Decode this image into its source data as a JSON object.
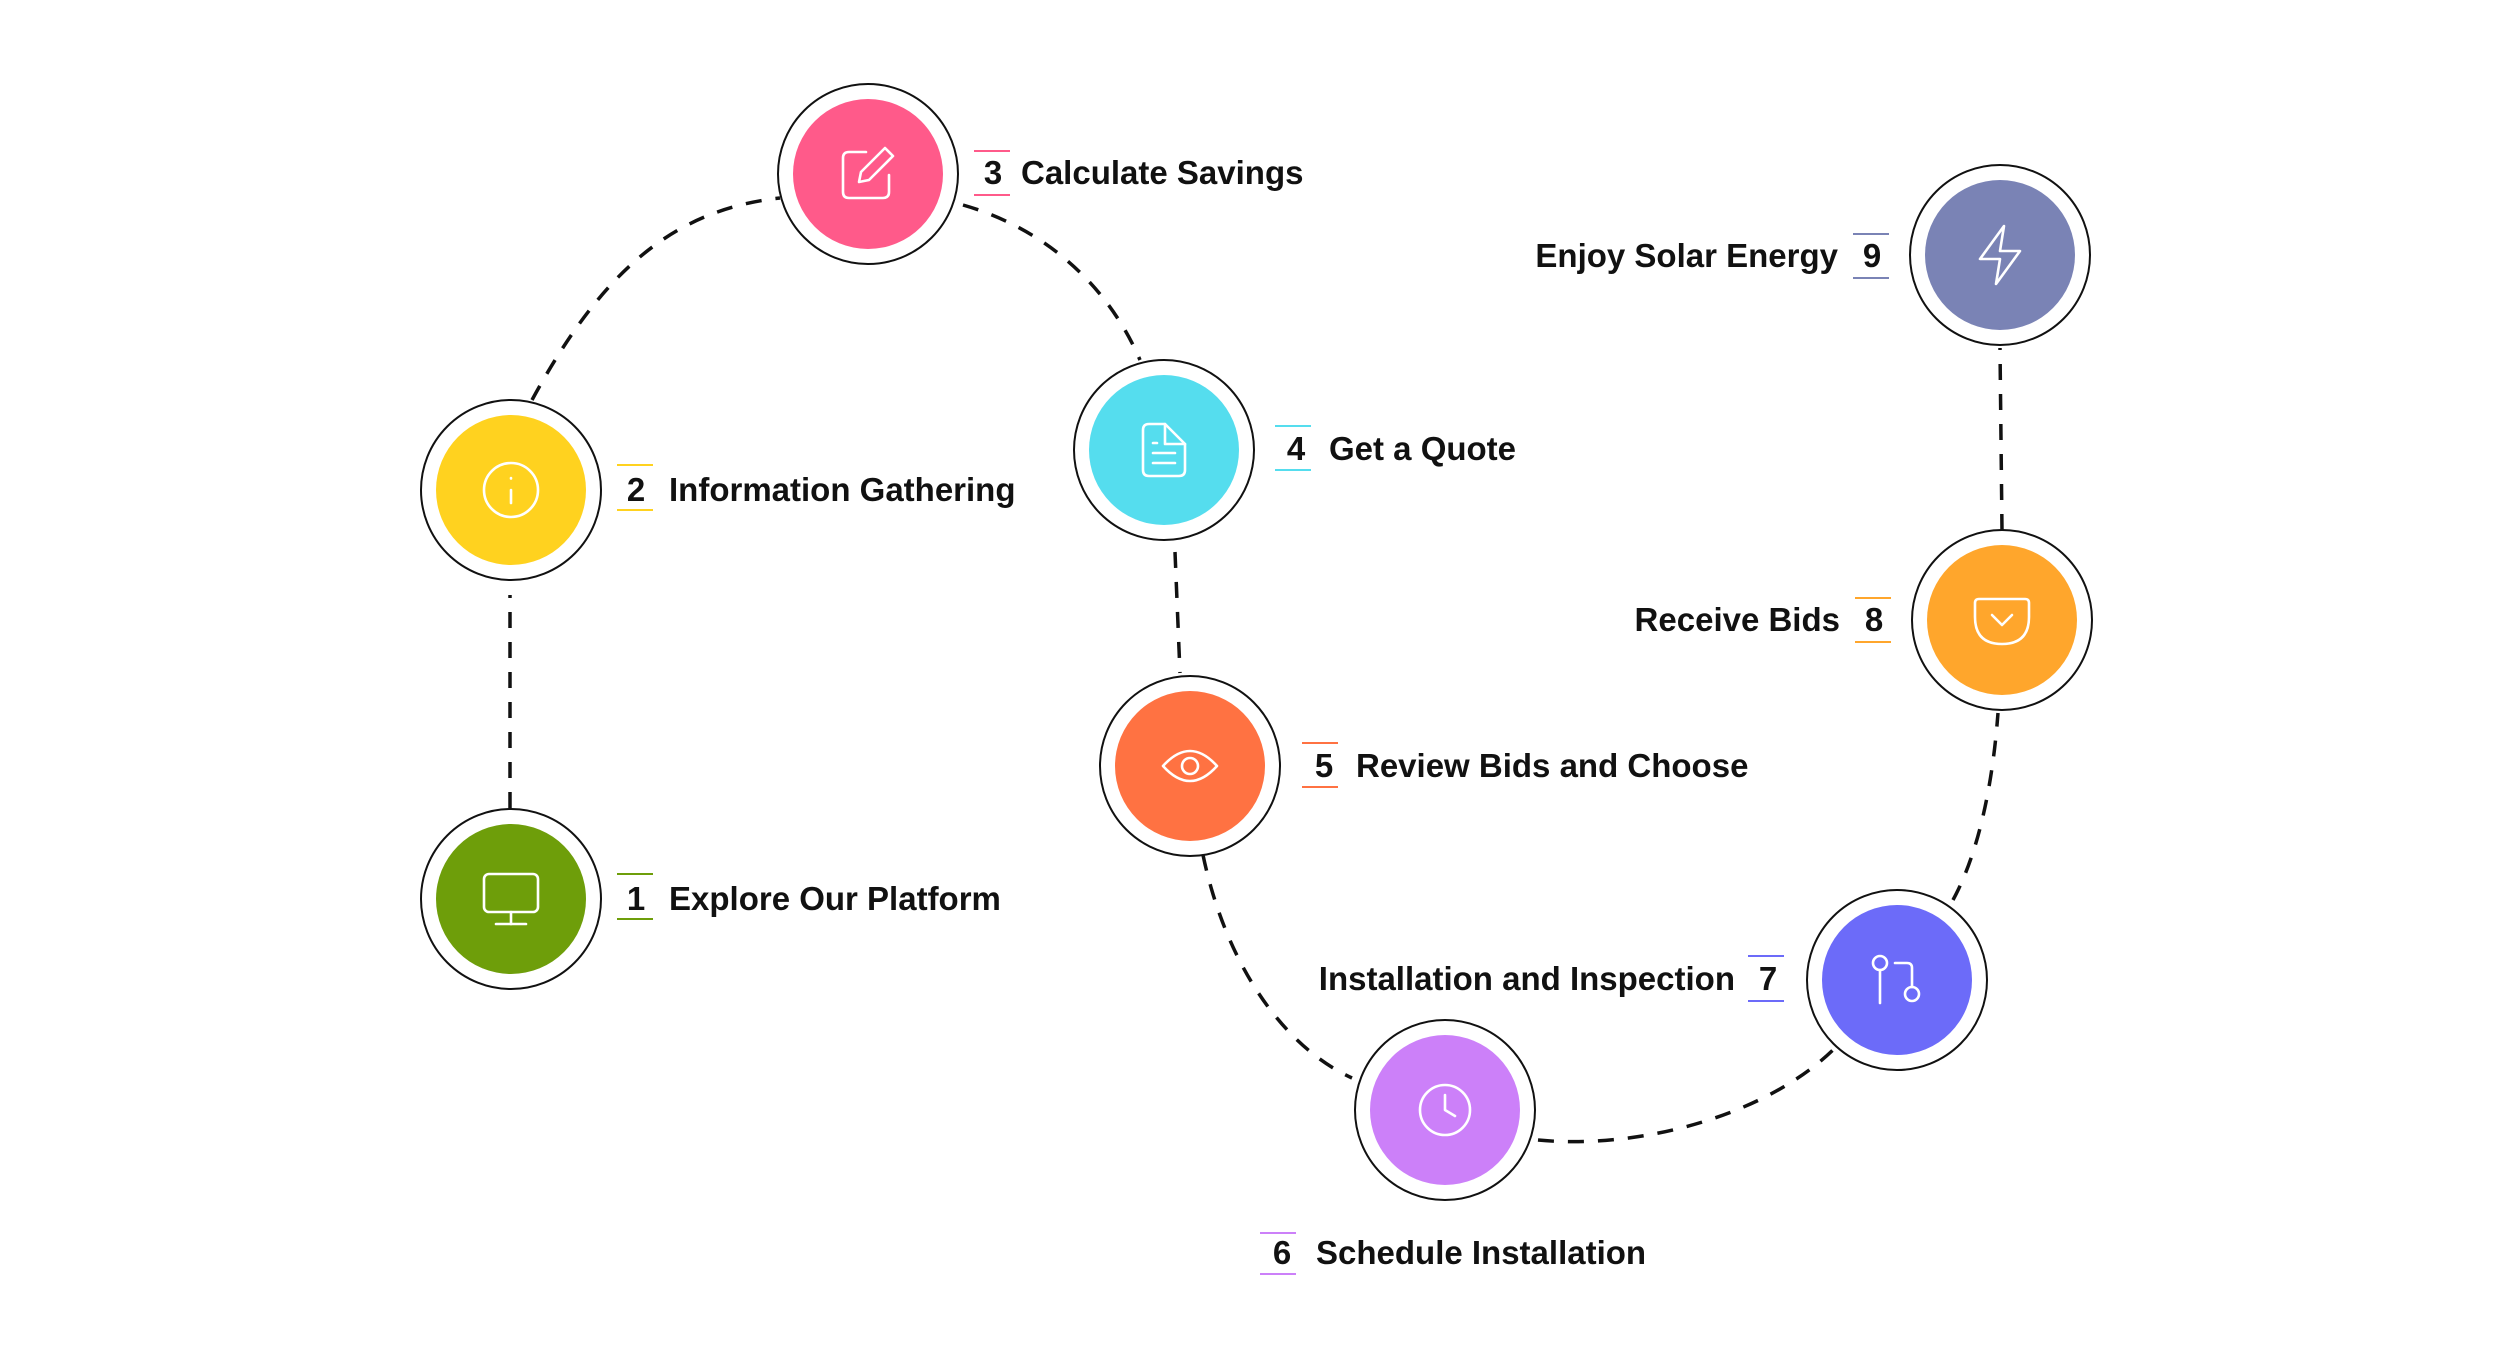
{
  "steps": [
    {
      "number": "1",
      "label": "Explore Our Platform",
      "icon": "monitor-icon",
      "color": "#6E9E0A"
    },
    {
      "number": "2",
      "label": "Information Gathering",
      "icon": "info-icon",
      "color": "#FFD21F"
    },
    {
      "number": "3",
      "label": "Calculate Savings",
      "icon": "edit-icon",
      "color": "#FF5A8A"
    },
    {
      "number": "4",
      "label": "Get a Quote",
      "icon": "document-icon",
      "color": "#55DDEE"
    },
    {
      "number": "5",
      "label": "Review Bids and Choose",
      "icon": "eye-icon",
      "color": "#FF7242"
    },
    {
      "number": "6",
      "label": "Schedule Installation",
      "icon": "clock-icon",
      "color": "#CC80F9"
    },
    {
      "number": "7",
      "label": "Installation and Inspection",
      "icon": "git-pull-icon",
      "color": "#6C6BF9"
    },
    {
      "number": "8",
      "label": "Receive Bids",
      "icon": "pocket-icon",
      "color": "#FFA62C"
    },
    {
      "number": "9",
      "label": "Enjoy Solar Energy",
      "icon": "lightning-icon",
      "color": "#7A83B5"
    }
  ]
}
